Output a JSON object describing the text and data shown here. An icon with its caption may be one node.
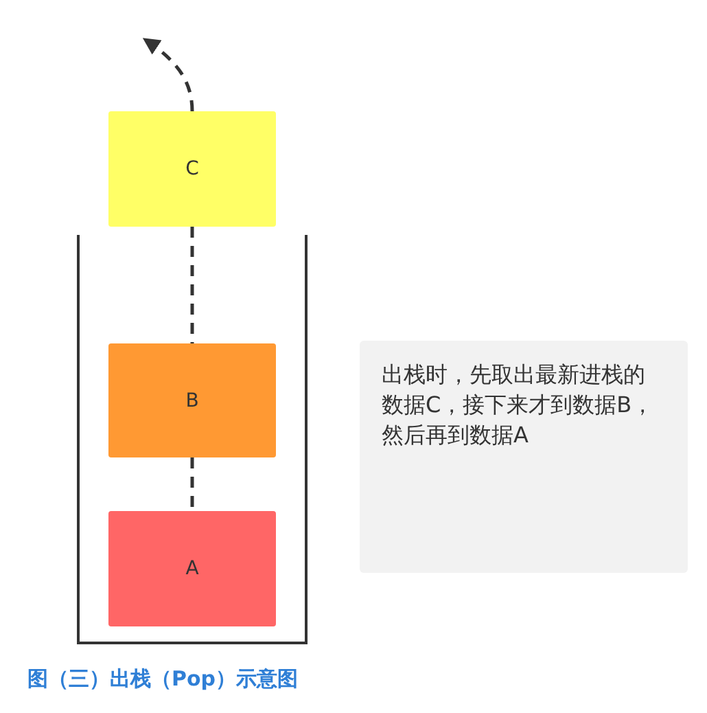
{
  "diagram": {
    "caption": "图（三）出栈（Pop）示意图",
    "nodes": [
      {
        "text": [
          "C"
        ]
      },
      {
        "text": [
          "B"
        ]
      },
      {
        "text": [
          "A"
        ]
      },
      {
        "text": [
          "出栈时，先取出最新进栈的数据C，接下来才到数据B，然后再到数据A"
        ]
      }
    ],
    "edges": [
      {
        "from": 0,
        "to": 1,
        "arrow": "none",
        "style": "dashed"
      },
      {
        "from": 1,
        "to": 2,
        "arrow": "none",
        "style": "dashed"
      },
      {
        "from": 0,
        "to": null,
        "arrow": "to",
        "style": "dashed"
      }
    ]
  }
}
